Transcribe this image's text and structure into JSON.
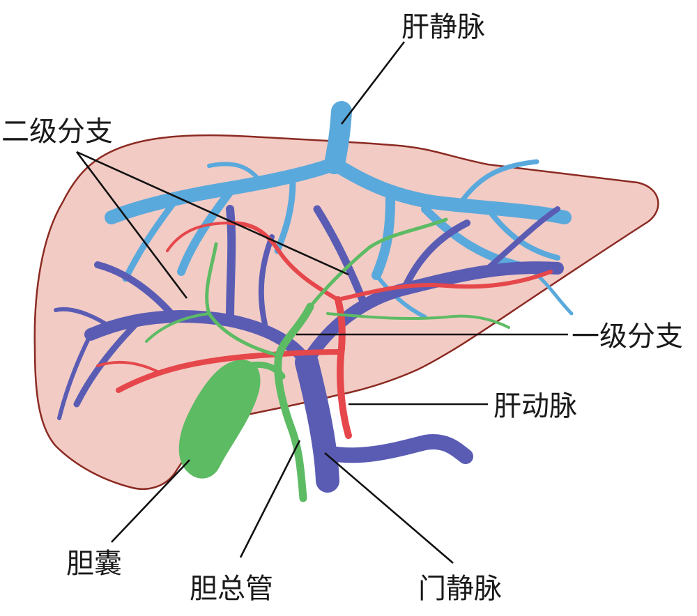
{
  "labels": {
    "hepatic_vein": "肝静脉",
    "secondary_branch": "二级分支",
    "primary_branch": "一级分支",
    "hepatic_artery": "肝动脉",
    "gallbladder": "胆囊",
    "common_bile_duct": "胆总管",
    "portal_vein": "门静脉"
  },
  "colors": {
    "liver_fill": "#f2cbc4",
    "liver_outline": "#8b2a22",
    "hepatic_vein": "#5aa9dc",
    "portal_vein": "#5a5cb4",
    "hepatic_artery": "#e5474b",
    "bile": "#5dbb64",
    "label_text": "#1a1a1a"
  }
}
